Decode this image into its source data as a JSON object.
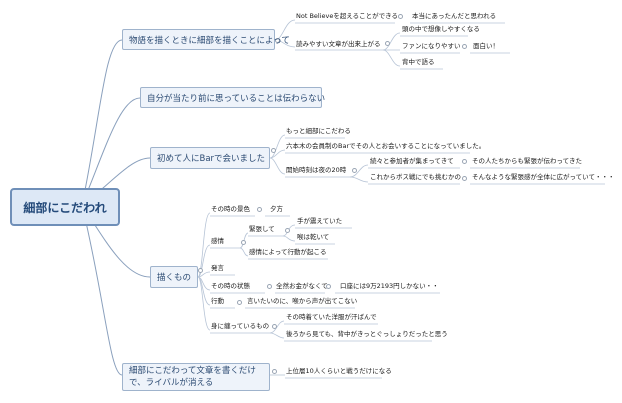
{
  "root": "細部にこだわれ",
  "b1": {
    "label": "物語を描くときに細部を描くことによって",
    "c1": "Not Believeを超えることができる",
    "c1a": "本当にあったんだと思われる",
    "c2": "読みやすい文章が出来上がる",
    "c2a": "頭の中で想像しやすくなる",
    "c2b": "ファンになりやすい",
    "c2b1": "面白い！",
    "c2c": "背中で語る"
  },
  "b2": {
    "label": "自分が当たり前に思っていることは伝わらない"
  },
  "b3": {
    "label": "初めて人にBarで会いました",
    "c1": "もっと細部にこだわる",
    "c2": "六本木の会員制のBarでその人とお会いすることになっていました。",
    "c3": "開始時刻は夜の20時",
    "c3a": "続々と参加者が集まってきて",
    "c3a1": "その人たちからも緊張が伝わってきた",
    "c3b": "これからボス戦にでも挑むかの",
    "c3b1": "そんなような緊張感が全体に広がっていて・・・"
  },
  "b4": {
    "label": "描くもの",
    "c1": "その時の景色",
    "c1a": "夕方",
    "c2": "感情",
    "c2a": "緊張して",
    "c2a1": "手が震えていた",
    "c2a2": "喉は乾いて",
    "c2b": "感情によって行動が起こる",
    "c3": "発言",
    "c4": "その時の状態",
    "c4a": "全然お金がなくて",
    "c4a1": "口座には9万2193円しかない・・",
    "c5": "行動",
    "c5a": "言いたいのに、喉から声が出てこない",
    "c6": "身に纏っているもの",
    "c6a": "その時着ていた洋服が汗ばんで",
    "c6b": "後ろから見ても、背中がきっとぐっしょりだったと思う"
  },
  "b5": {
    "label": "細部にこだわって文章を書くだけで、ライバルが消える",
    "c1": "上位層10人くらいと戦うだけになる"
  }
}
